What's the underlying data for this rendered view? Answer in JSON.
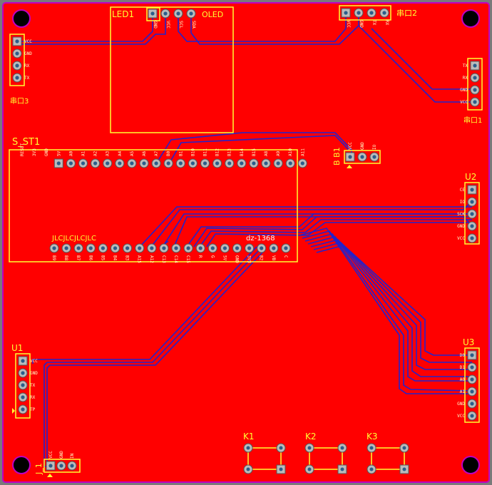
{
  "board": {
    "colors": {
      "copper": "#ff0000",
      "trace": "#2222cc",
      "silk": "#ffff33",
      "background": "#7a7a7a",
      "edge": "#c000c0"
    }
  },
  "components": {
    "led1": {
      "ref": "LED1",
      "value": "OLED",
      "pins": [
        "GND",
        "VCC",
        "SCL",
        "SDA"
      ]
    },
    "s_st1": {
      "ref": "S_ST1",
      "text": "JLCJLCJLCJLC",
      "code": "dz-1368",
      "top_pins": [
        "RESET",
        "3V3",
        "GND",
        "5V",
        "A0",
        "A1",
        "A2",
        "A3",
        "A4",
        "A5",
        "A6",
        "A7",
        "B0",
        "B1",
        "B10",
        "B11",
        "B12",
        "B13",
        "B14",
        "B15",
        "A8",
        "A9",
        "A10",
        "A11"
      ],
      "bottom_pins": [
        "B9",
        "B8",
        "B7",
        "B6",
        "B5",
        "B4",
        "B3",
        "A15",
        "A12",
        "C13",
        "C14",
        "C15",
        "R",
        "G",
        "5V",
        "GND",
        "3V3",
        "B2",
        "VB",
        "C"
      ]
    },
    "b1": {
      "ref": "B B1",
      "pins": [
        "VCC",
        "GND",
        "IO"
      ]
    },
    "u2": {
      "ref": "U2",
      "pins": [
        "CE",
        "IO",
        "SCK",
        "GND",
        "VCC"
      ]
    },
    "u3": {
      "ref": "U3",
      "pins": [
        "D0",
        "D1",
        "A0",
        "A1",
        "GND",
        "VCC"
      ]
    },
    "u1": {
      "ref": "U1",
      "pins": [
        "VCC",
        "GND",
        "TX",
        "RX",
        "TP"
      ]
    },
    "j1": {
      "ref": "J_1",
      "pins": [
        "VCC",
        "GND",
        "IN"
      ]
    },
    "chuankou1": {
      "ref": "串口1",
      "pins": [
        "TX",
        "RX",
        "GND",
        "VCC"
      ]
    },
    "chuankou2": {
      "ref": "串口2",
      "pins": [
        "VCC",
        "GND",
        "TX",
        "RX"
      ]
    },
    "chuankou3": {
      "ref": "串口3",
      "pins": [
        "VCC",
        "GND",
        "RX",
        "TX"
      ]
    },
    "k1": {
      "ref": "K1"
    },
    "k2": {
      "ref": "K2"
    },
    "k3": {
      "ref": "K3"
    }
  }
}
